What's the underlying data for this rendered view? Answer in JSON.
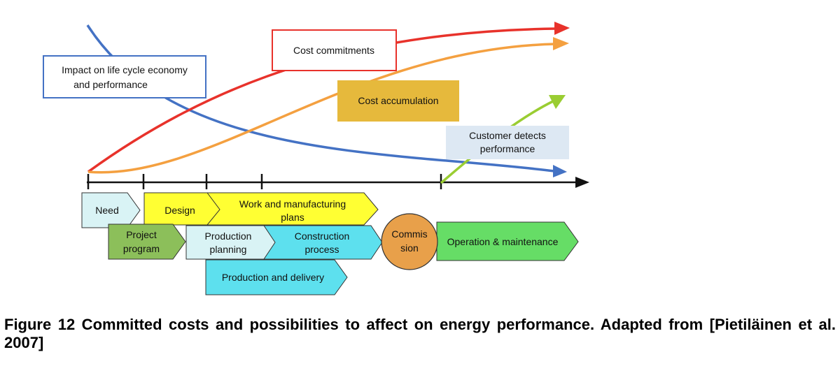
{
  "curves": {
    "impact": {
      "label_line1": "Impact on life cycle economy",
      "label_line2": "and performance",
      "color": "#4472c4"
    },
    "commitments": {
      "label": "Cost commitments",
      "color": "#e8322b"
    },
    "accumulation": {
      "label": "Cost accumulation",
      "color": "#f4a040",
      "box_fill": "#e6b93c"
    },
    "customer": {
      "label_line1": "Customer detects",
      "label_line2": "performance",
      "color": "#9acd32",
      "box_fill": "#dde8f3"
    }
  },
  "phases": {
    "need": {
      "label": "Need",
      "fill": "#d9f3f5"
    },
    "design": {
      "label": "Design",
      "fill": "#ffff33"
    },
    "work": {
      "label_line1": "Work and manufacturing",
      "label_line2": "plans",
      "fill": "#ffff33"
    },
    "project": {
      "label_line1": "Project",
      "label_line2": "program",
      "fill": "#8cbf5a"
    },
    "production_planning": {
      "label_line1": "Production",
      "label_line2": "planning",
      "fill": "#d9f3f5"
    },
    "construction": {
      "label_line1": "Construction",
      "label_line2": "process",
      "fill": "#5de0ee"
    },
    "commission": {
      "label_line1": "Commis",
      "label_line2": "sion",
      "fill": "#e8a04a"
    },
    "operation": {
      "label": "Operation & maintenance",
      "fill": "#66dd66"
    },
    "delivery": {
      "label": "Production and delivery",
      "fill": "#5de0ee"
    }
  },
  "caption": "Figure 12 Committed costs and possibilities to affect on energy performance. Adapted from [Pietiläinen et al. 2007]"
}
